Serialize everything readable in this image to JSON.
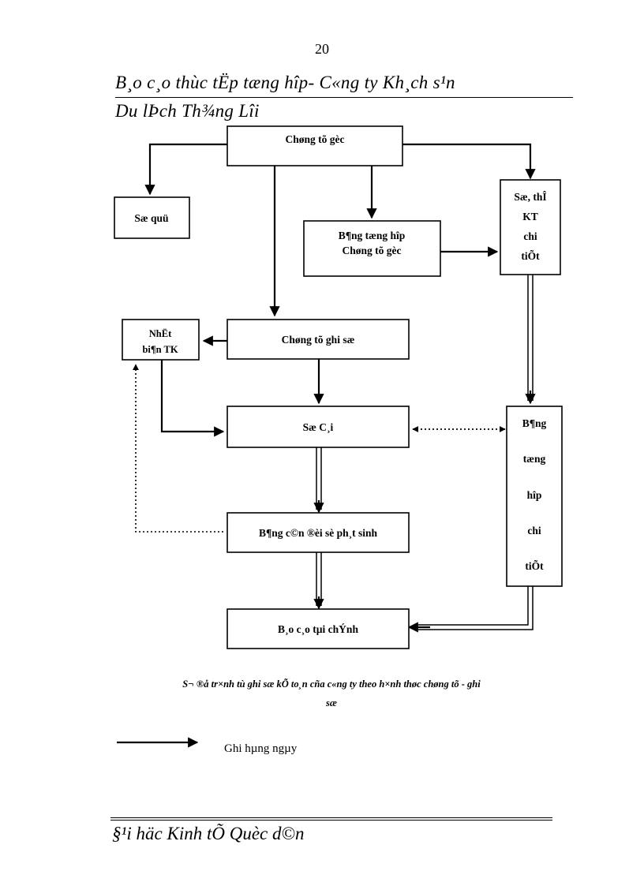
{
  "page": {
    "number": "20"
  },
  "title": {
    "line1": "B¸o c¸o thùc tËp tæng hîp- C«ng ty Kh¸ch s¹n",
    "line2": "Du lÞch Th¾ng Lîi"
  },
  "flowchart": {
    "nodes": {
      "chung_tu_goc": "Chøng tõ gèc",
      "so_quy": "Sæ quü",
      "bang_tong_hop_ct_goc_l1": "B¶ng tæng hîp",
      "bang_tong_hop_ct_goc_l2": "Chøng tõ gèc",
      "so_the_kt_l1": "Sæ, thÎ",
      "so_the_kt_l2": "KT",
      "so_the_kt_l3": "chi",
      "so_the_kt_l4": "tiÕt",
      "nhat_ky_tk_l1": "NhËt",
      "nhat_ky_tk_l2": "bi¶n TK",
      "chung_tu_ghi_so": "Chøng tõ ghi sæ",
      "so_cai": "Sæ C¸i",
      "bang_tong_hop_ct_l1": "B¶ng",
      "bang_tong_hop_ct_l2": "tæng",
      "bang_tong_hop_ct_l3": "hîp",
      "bang_tong_hop_ct_l4": "chi",
      "bang_tong_hop_ct_l5": "tiÕt",
      "bang_can_doi": "B¶ng c©n ®èi sè ph¸t sinh",
      "bao_cao_tai_chinh": "B¸o c¸o tµi chÝnh"
    }
  },
  "caption": {
    "line1": "S¬ ®å tr×nh tù ghi sæ kÕ to¸n cña c«ng ty theo h×nh thøc chøng tõ - ghi",
    "line2": "sæ"
  },
  "legend": {
    "arrow_label": "Ghi hµng ngµy"
  },
  "footer": {
    "text": "§¹i häc Kinh tÕ Quèc d©n"
  },
  "colors": {
    "ink": "#000000",
    "paper": "#ffffff"
  }
}
